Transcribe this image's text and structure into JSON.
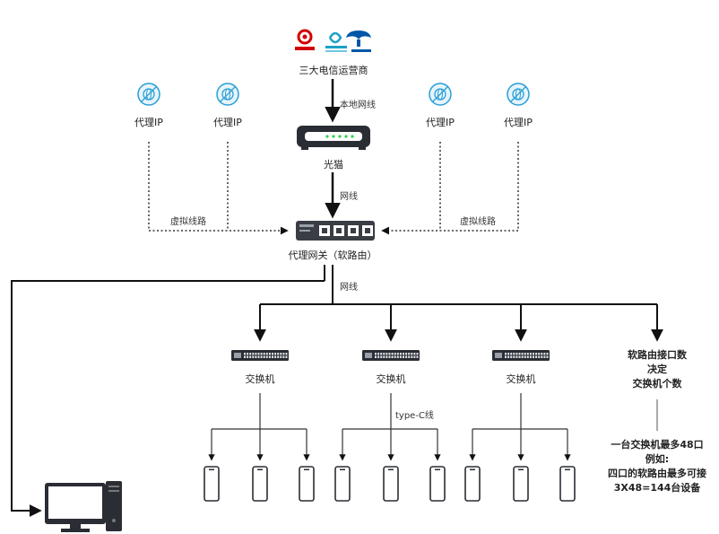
{
  "header": {
    "partial_title": ""
  },
  "isp": {
    "label": "三大电信运营商",
    "logos": [
      "中国联通",
      "中国移动",
      "中国电信"
    ],
    "brand_colors": {
      "unicom": "#d40000",
      "mobile": "#1aa0c8",
      "telecom": "#0057a8"
    }
  },
  "links": {
    "isp_to_modem": "本地网线",
    "modem_to_router": "网线",
    "router_to_switches": "网线",
    "switch_to_phones": "type-C线",
    "virtual_left": "虚拟线路",
    "virtual_right": "虚拟线路"
  },
  "proxies": [
    {
      "label": "代理IP",
      "icon": "globe-icon"
    },
    {
      "label": "代理IP",
      "icon": "globe-icon"
    },
    {
      "label": "代理IP",
      "icon": "globe-icon"
    },
    {
      "label": "代理IP",
      "icon": "globe-icon"
    }
  ],
  "modem": {
    "label": "光猫",
    "icon": "modem-icon"
  },
  "router": {
    "label": "代理网关（软路由）",
    "icon": "router-icon"
  },
  "switches": [
    {
      "label": "交换机",
      "icon": "switch-icon"
    },
    {
      "label": "交换机",
      "icon": "switch-icon"
    },
    {
      "label": "交换机",
      "icon": "switch-icon"
    }
  ],
  "note_top": {
    "line1": "软路由接口数",
    "line2": "决定",
    "line3": "交换机个数"
  },
  "note_bottom": {
    "line1": "一台交换机最多48口",
    "line2": "例如:",
    "line3": "四口的软路由最多可接",
    "line4": "3X48=144台设备"
  },
  "devices": {
    "phone_count_per_switch": 3,
    "computer_icon": "desktop-computer-icon",
    "phone_icon": "phone-icon"
  },
  "colors": {
    "line": "#111111",
    "dotted": "#333333",
    "globe": "#2a9fd6",
    "device_dark": "#2a2d33"
  }
}
